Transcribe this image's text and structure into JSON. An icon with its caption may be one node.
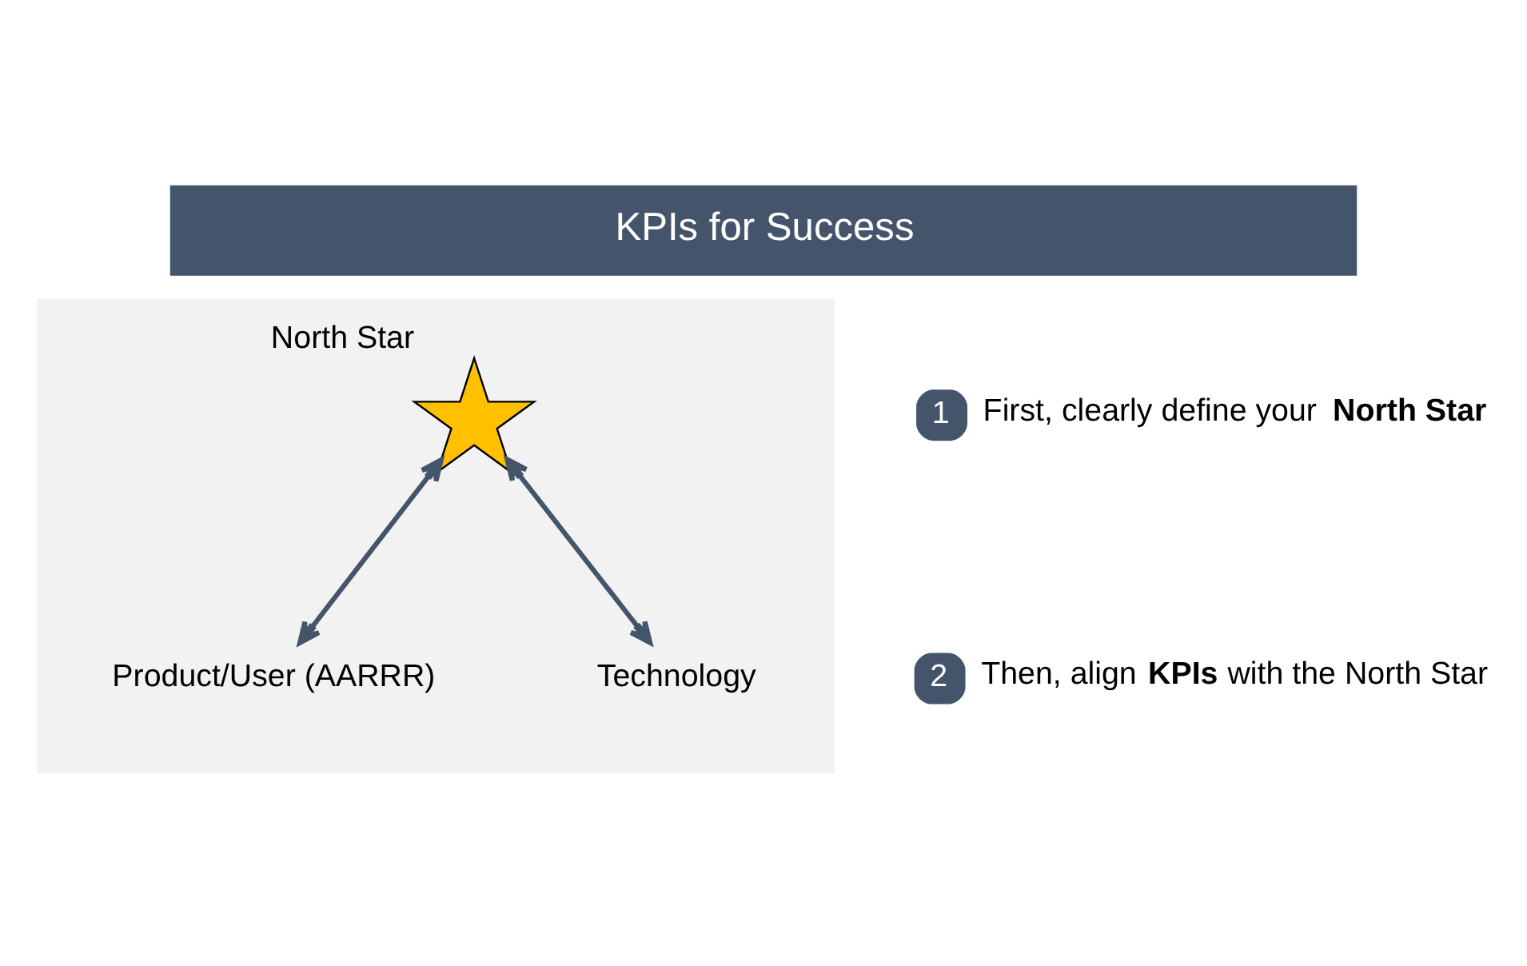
{
  "diagram": {
    "title": "KPIs for Success",
    "nodes": [
      {
        "text": [],
        "shape": "box"
      },
      {
        "text": [
          "North Star"
        ],
        "in": 0
      },
      {
        "text": [
          "Product/User (AARRR)"
        ],
        "in": 0
      },
      {
        "text": [
          "Technology"
        ],
        "in": 0
      },
      {
        "text": [
          "1"
        ],
        "beside": [
          "First, clearly define your **North Star**"
        ]
      },
      {
        "text": [
          "2"
        ],
        "beside": [
          "Then, align **KPIs** with the North Star"
        ]
      }
    ],
    "edges": [
      {
        "from": 1,
        "to": 2,
        "arrow": "both",
        "color": "#44546a"
      },
      {
        "from": 1,
        "to": 3,
        "arrow": "both",
        "color": "#44546a"
      }
    ]
  }
}
